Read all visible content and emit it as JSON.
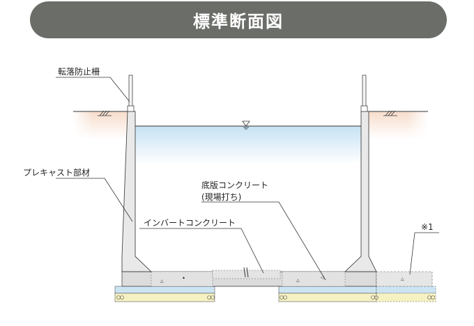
{
  "title": "標準断面図",
  "labels": {
    "fence": "転落防止柵",
    "precast": "プレキャスト部材",
    "base_concrete_1": "底版コンクリート",
    "base_concrete_2": "(現場打ち)",
    "invert": "インバートコンクリート",
    "note": "※1"
  },
  "colors": {
    "banner": "#6b6e68",
    "water_top": "#c9e4f4",
    "water_bottom": "#ffffff",
    "soil": "#f6d9c6",
    "wall": "#e8e8e8",
    "concrete": "#dcdcdc",
    "base_layer": "#f6f2c4",
    "blue_layer": "#cfe6f4"
  }
}
